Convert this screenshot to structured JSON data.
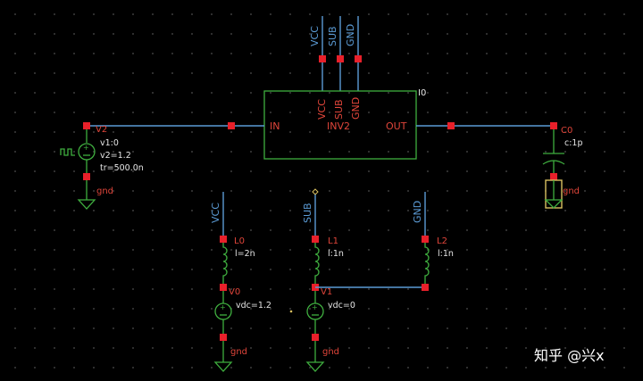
{
  "inverter": {
    "instance": "I0",
    "cell": "INV2",
    "pin_in": "IN",
    "pin_out": "OUT",
    "pin_vcc": "VCC",
    "pin_sub": "SUB",
    "pin_gnd": "GND"
  },
  "top_pins": {
    "vcc": "VCC",
    "sub": "SUB",
    "gnd": "GND"
  },
  "pulse_source": {
    "name": "V2",
    "v1": "v1:0",
    "v2": "v2=1.2",
    "tr": "tr=500.0n",
    "gnd": "gnd"
  },
  "capacitor": {
    "name": "C0",
    "value": "c:1p",
    "gnd": "gnd"
  },
  "inductors": [
    {
      "net": "VCC",
      "name": "L0",
      "value": "l=2n"
    },
    {
      "net": "SUB",
      "name": "L1",
      "value": "l:1n"
    },
    {
      "net": "GND",
      "name": "L2",
      "value": "l:1n"
    }
  ],
  "dc_sources": [
    {
      "name": "V0",
      "value": "vdc=1.2",
      "gnd": "gnd"
    },
    {
      "name": "V1",
      "value": "vdc=0",
      "gnd": "gnd"
    }
  ],
  "watermark": "知乎 @兴x"
}
